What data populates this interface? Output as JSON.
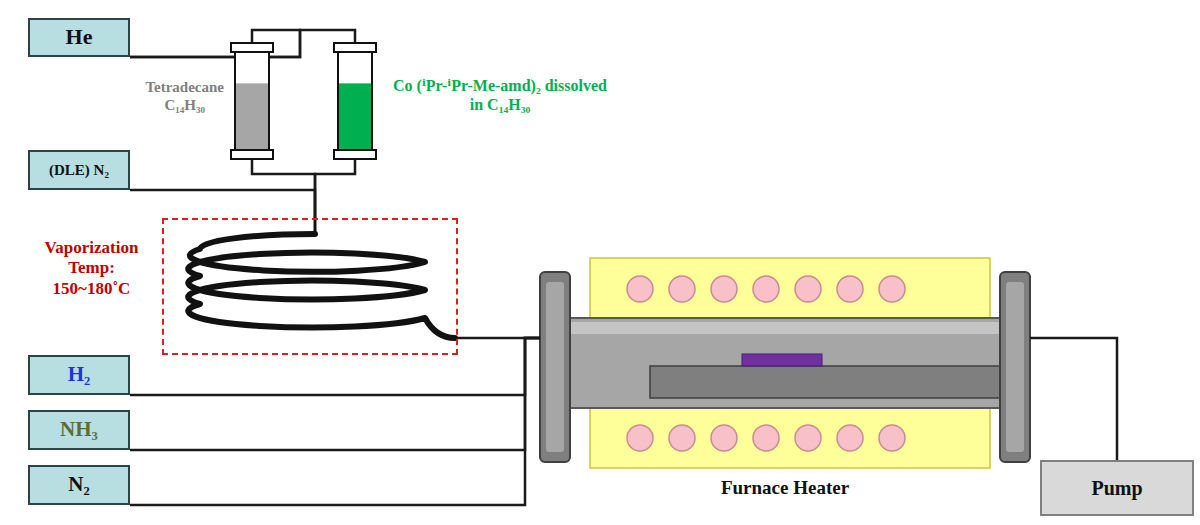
{
  "diagram": {
    "nodes": [
      {
        "text": [
          "He"
        ]
      },
      {
        "text": [
          "Tetradecane",
          "C₁₄H₃₀"
        ]
      },
      {
        "text": [
          "Co (ⁱPr-ⁱPr-Me-amd)₂ dissolved in C₁₄H₃₀"
        ]
      },
      {
        "text": [
          "(DLE) N₂"
        ]
      },
      {
        "text": [
          "Vaporization Temp: 150~180˚C"
        ]
      },
      {
        "text": [
          "H₂"
        ]
      },
      {
        "text": [
          "NH₃"
        ]
      },
      {
        "text": [
          "N₂"
        ]
      },
      {
        "text": [
          "Furnace Heater"
        ]
      },
      {
        "text": [
          "Pump"
        ]
      }
    ],
    "edges": [
      {
        "from": 0,
        "to": 1,
        "arrow": "none"
      },
      {
        "from": 0,
        "to": 2,
        "arrow": "none"
      },
      {
        "from": 1,
        "to": 4,
        "arrow": "none"
      },
      {
        "from": 2,
        "to": 4,
        "arrow": "none"
      },
      {
        "from": 3,
        "to": 4,
        "arrow": "none"
      },
      {
        "from": 4,
        "to": 8,
        "arrow": "none"
      },
      {
        "from": 5,
        "to": 8,
        "arrow": "none"
      },
      {
        "from": 6,
        "to": 8,
        "arrow": "none"
      },
      {
        "from": 7,
        "to": 8,
        "arrow": "none"
      },
      {
        "from": 8,
        "to": 9,
        "arrow": "none"
      }
    ]
  }
}
